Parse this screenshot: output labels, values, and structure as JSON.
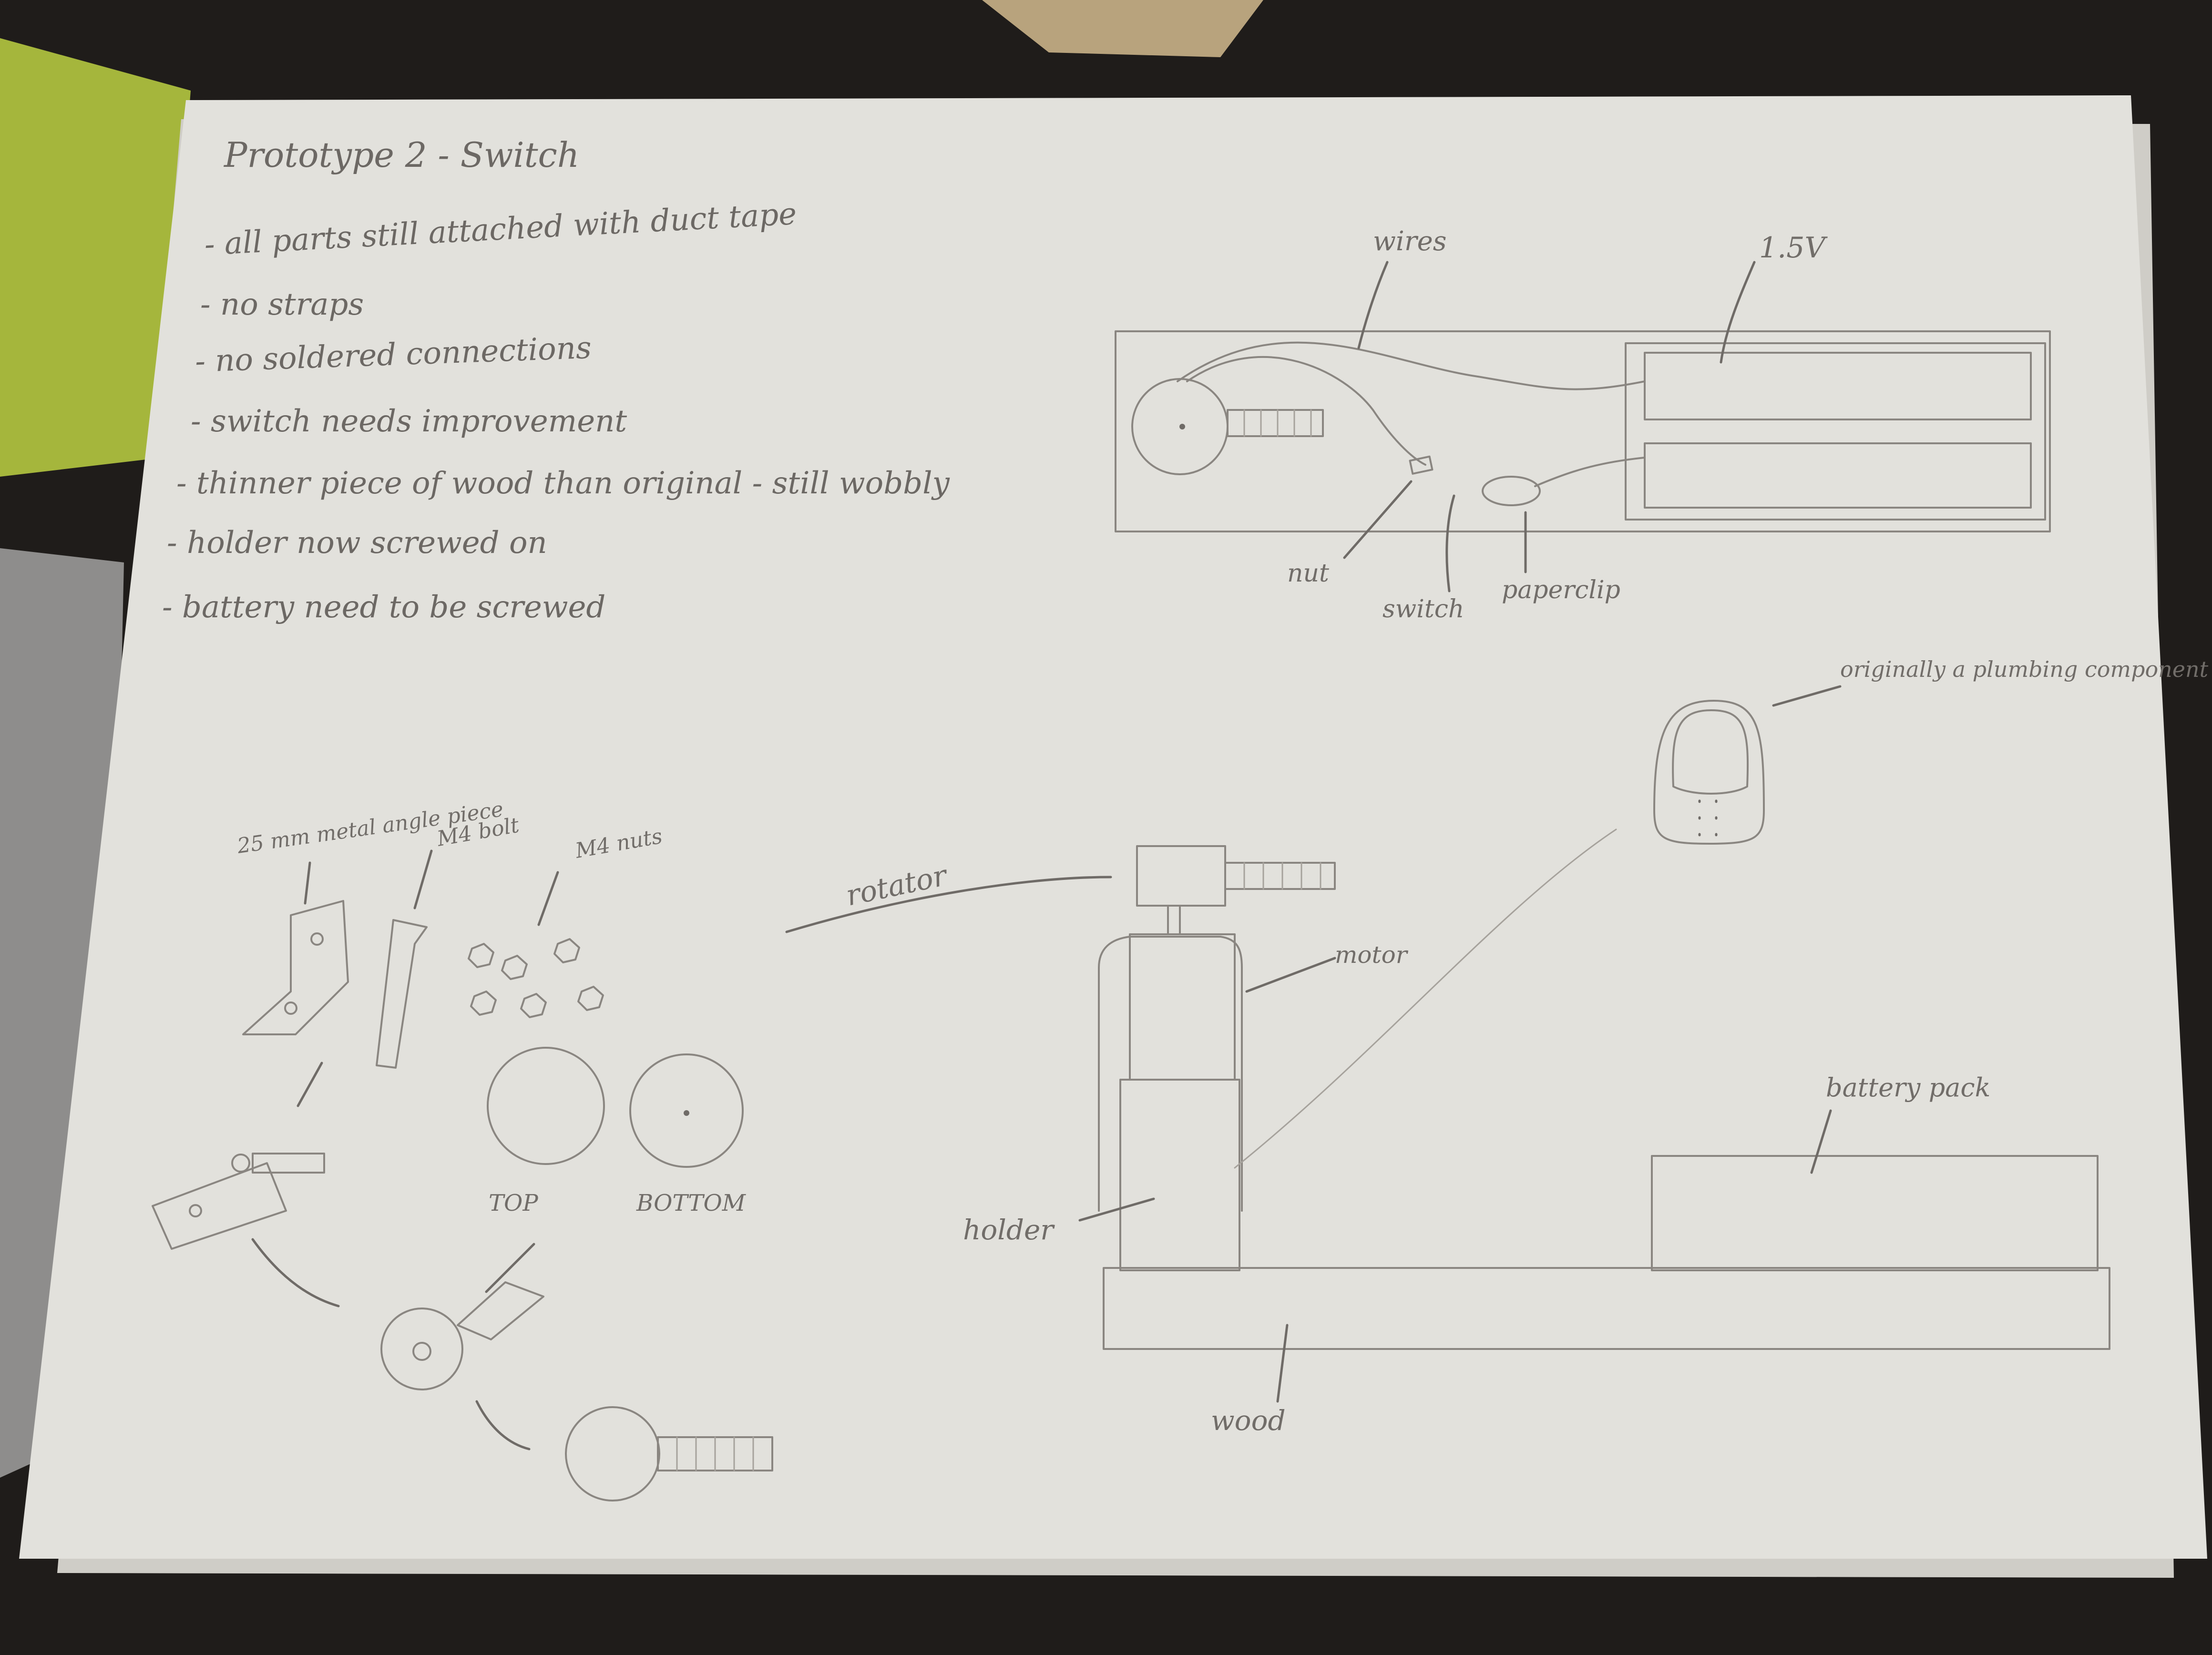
{
  "colors": {
    "background": "#1f1c1a",
    "paper": "#e2e1dc",
    "paper_shadow": "#cfcdc7",
    "pencil": "#6c6864",
    "folder_green": "#a5b63c",
    "cloth_grey": "#8e8d8c"
  },
  "notes": {
    "title": "Prototype 2 - Switch",
    "lines": [
      "- all parts still attached with duct tape",
      "- no straps",
      "- no soldered connections",
      "- switch needs improvement",
      "- thinner piece of wood than original - still wobbly",
      "- holder now screwed on",
      "- battery need to be screwed"
    ]
  },
  "top_view": {
    "labels": {
      "wires": "wires",
      "voltage": "1.5V",
      "nut": "nut",
      "switch": "switch",
      "paperclip": "paperclip"
    }
  },
  "parts_sketch": {
    "labels": {
      "bracket": "25 mm metal angle piece",
      "bolt": "M4 bolt",
      "nuts": "M4 nuts",
      "top": "TOP",
      "bottom": "BOTTOM",
      "rotator": "rotator"
    }
  },
  "side_view": {
    "labels": {
      "motor": "motor",
      "holder": "holder",
      "wood": "wood",
      "battery_pack": "battery pack",
      "plumbing": "originally a plumbing component"
    }
  }
}
